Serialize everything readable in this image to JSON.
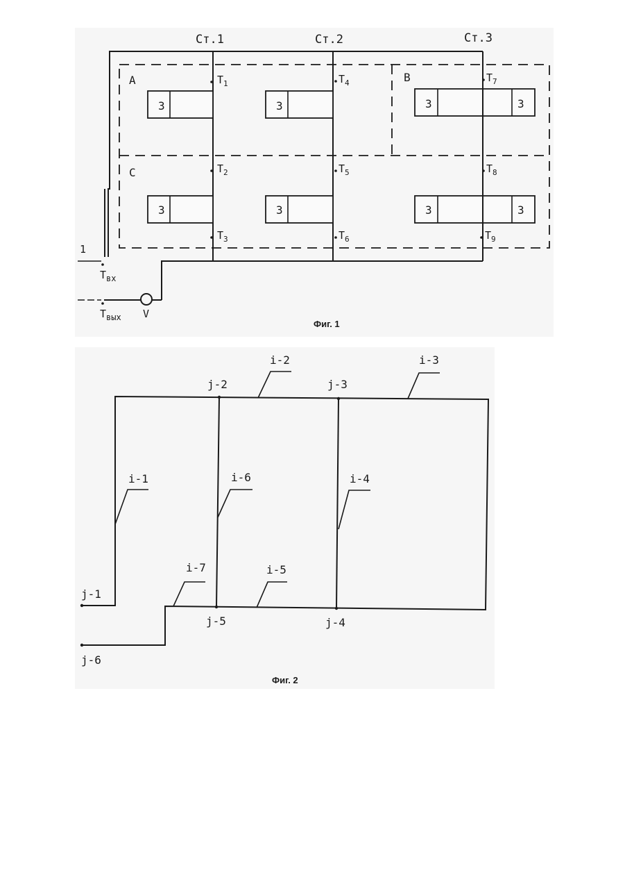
{
  "figure1": {
    "caption": "Фиг. 1",
    "stations": [
      "Ст.1",
      "Ст.2",
      "Ст.3"
    ],
    "zones": [
      "A",
      "B",
      "C"
    ],
    "nodes": [
      {
        "base": "T",
        "sub": "1"
      },
      {
        "base": "T",
        "sub": "2"
      },
      {
        "base": "T",
        "sub": "3"
      },
      {
        "base": "T",
        "sub": "4"
      },
      {
        "base": "T",
        "sub": "5"
      },
      {
        "base": "T",
        "sub": "6"
      },
      {
        "base": "T",
        "sub": "7"
      },
      {
        "base": "T",
        "sub": "8"
      },
      {
        "base": "T",
        "sub": "9"
      }
    ],
    "inlet": {
      "base": "T",
      "sub": "вх"
    },
    "outlet": {
      "base": "T",
      "sub": "вых"
    },
    "pipe_number": "1",
    "pump_label": "V",
    "consumer_label": "3"
  },
  "figure2": {
    "caption": "Фиг. 2",
    "branches": [
      "i-1",
      "i-2",
      "i-3",
      "i-4",
      "i-5",
      "i-6",
      "i-7"
    ],
    "junctions": [
      "j-1",
      "j-2",
      "j-3",
      "j-4",
      "j-5",
      "j-6"
    ]
  }
}
